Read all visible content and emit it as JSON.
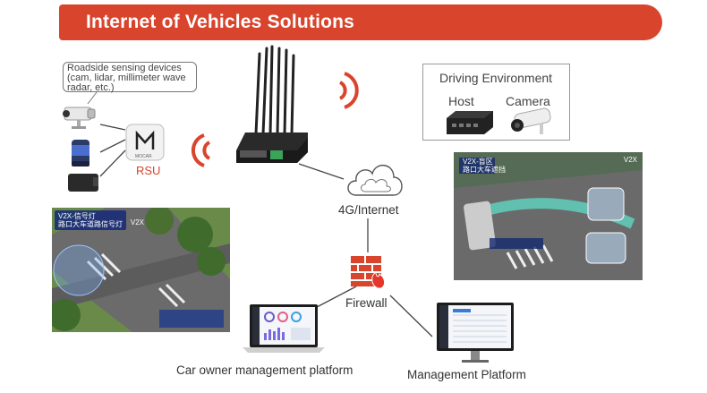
{
  "header": {
    "title": "Internet of Vehicles Solutions"
  },
  "roadside": {
    "callout_lines": [
      "Roadside sensing devices",
      "(cam, lidar, millimeter wave",
      "radar, etc.)"
    ],
    "rsu_label": "RSU",
    "rsu_logo_text": "MOCAR"
  },
  "driving_env": {
    "title": "Driving Environment",
    "host_label": "Host",
    "camera_label": "Camera"
  },
  "network": {
    "cloud_label": "4G/Internet",
    "firewall_label": "Firewall"
  },
  "platforms": {
    "car_owner_label": "Car owner management platform",
    "management_label": "Management Platform"
  },
  "scenes": {
    "left": {
      "tag_line1": "V2X-信号灯",
      "tag_line2": "路口大车道路信号灯",
      "corner": "V2X"
    },
    "right": {
      "tag_line1": "V2X-盲区",
      "tag_line2": "路口大车遮挡",
      "corner": "V2X"
    }
  },
  "colors": {
    "accent": "#d9442c",
    "banner": "#d9442c",
    "cloud_stroke": "#555555",
    "line": "#444444"
  }
}
